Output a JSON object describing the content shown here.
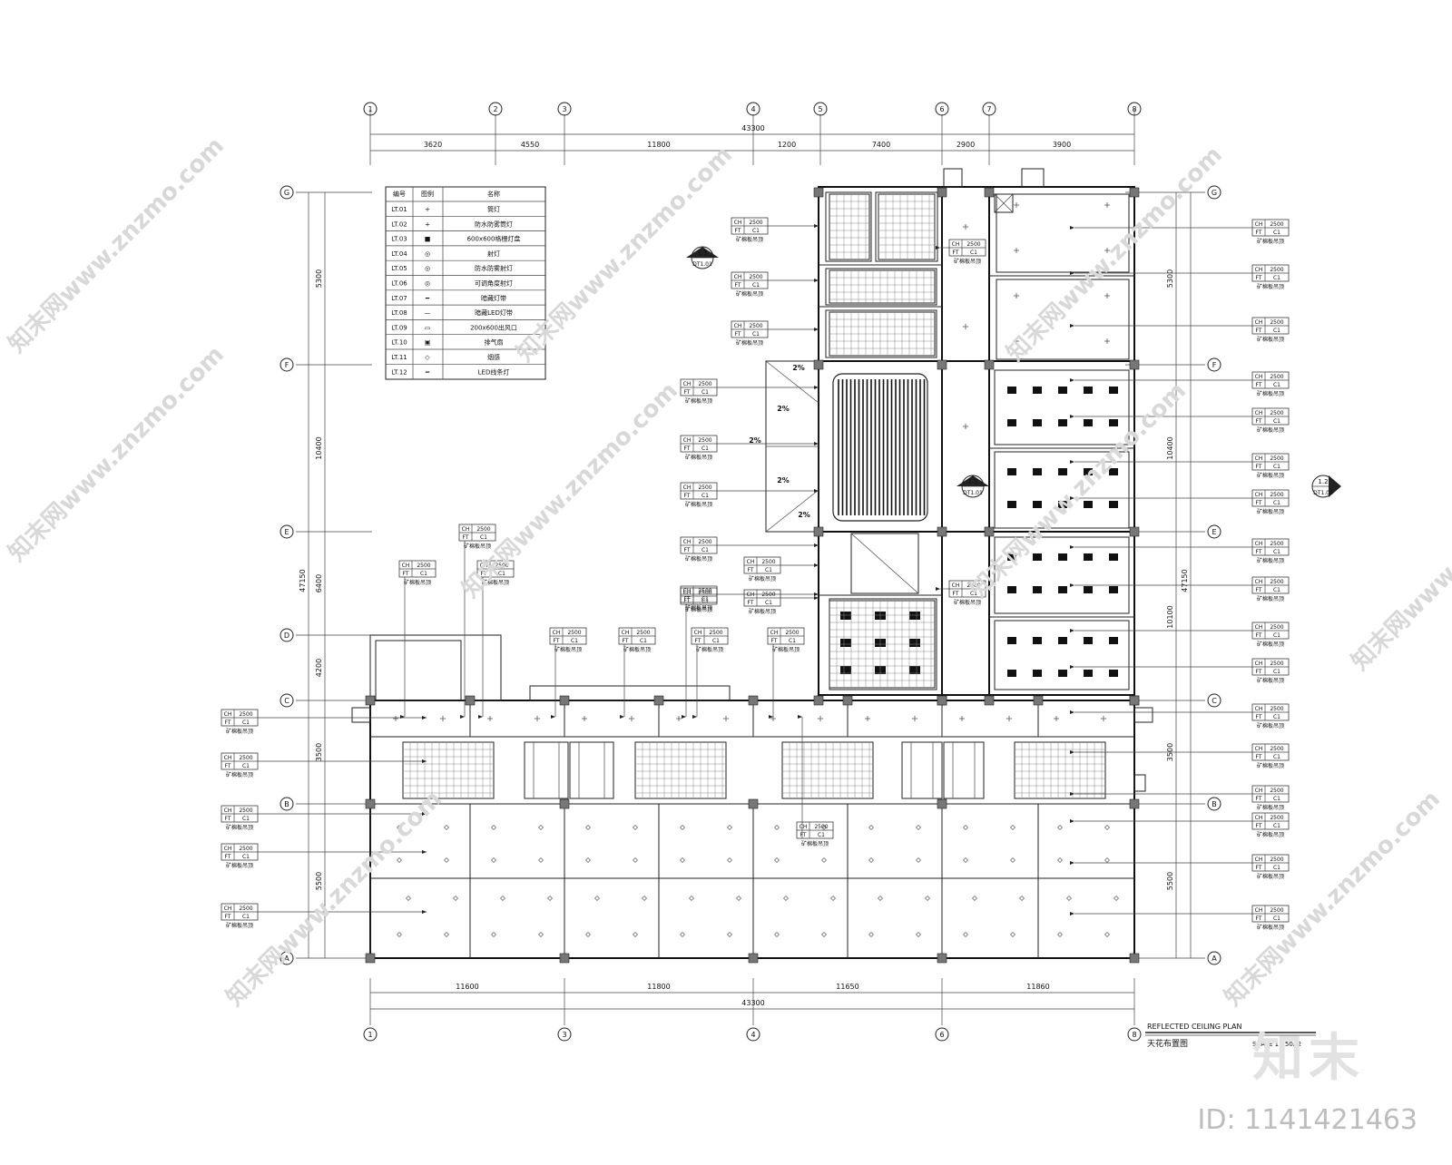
{
  "watermark": {
    "text": "知末网www.znzmo.com",
    "brand": "知末",
    "image_id": "ID: 1141421463"
  },
  "drawing": {
    "title_en": "REFLECTED CEILING PLAN",
    "title_cn": "天花布置图",
    "scale": "SCALE   1:150A2"
  },
  "grid_top": [
    "1",
    "2",
    "3",
    "4",
    "5",
    "6",
    "7",
    "8"
  ],
  "grid_bottom": [
    "1",
    "3",
    "4",
    "6",
    "8"
  ],
  "grid_side": [
    "G",
    "F",
    "E",
    "D",
    "C",
    "B",
    "A"
  ],
  "dims_top": [
    "3620",
    "4550",
    "11800",
    "1200",
    "7400",
    "2900",
    "3900"
  ],
  "dims_top_total": "43300",
  "dims_bottom": [
    "11600",
    "11800",
    "11650",
    "11860"
  ],
  "dims_bottom_total": "43300",
  "dims_left": [
    "5300",
    "10400",
    "6400",
    "4200",
    "3500",
    "5500"
  ],
  "dims_left_total": "47150",
  "dims_right": [
    "5300",
    "10400",
    "10100",
    "3500",
    "5500"
  ],
  "dims_right_total": "47150",
  "legend": {
    "header": [
      "编号",
      "图例",
      "名称"
    ],
    "rows": [
      [
        "LT.01",
        "+",
        "筒灯"
      ],
      [
        "LT.02",
        "+",
        "防水防雾筒灯"
      ],
      [
        "LT.03",
        "■",
        "600x600格栅灯盘"
      ],
      [
        "LT.04",
        "◎",
        "射灯"
      ],
      [
        "LT.05",
        "◎",
        "防水防雾射灯"
      ],
      [
        "LT.06",
        "◎",
        "可调角度射灯"
      ],
      [
        "LT.07",
        "━",
        "暗藏灯带"
      ],
      [
        "LT.08",
        "—",
        "暗藏LED灯带"
      ],
      [
        "LT.09",
        "▭",
        "200x600出风口"
      ],
      [
        "LT.10",
        "▣",
        "排气扇"
      ],
      [
        "LT.11",
        "◇",
        "烟感"
      ],
      [
        "LT.12",
        "═",
        "LED线条灯"
      ]
    ]
  },
  "callouts": {
    "section_1_1": {
      "top": "1.1",
      "bottom": "DT1.01"
    },
    "section_1_2": {
      "top": "1.2",
      "bottom": "DT1.01"
    },
    "section_1_3": {
      "top": "1.3",
      "bottom": "DT1.01"
    },
    "slope": "2%",
    "ceiling_tag": [
      "CH",
      "2500",
      "FT",
      "C1"
    ],
    "ceiling_note": "矿棉板吊顶"
  }
}
